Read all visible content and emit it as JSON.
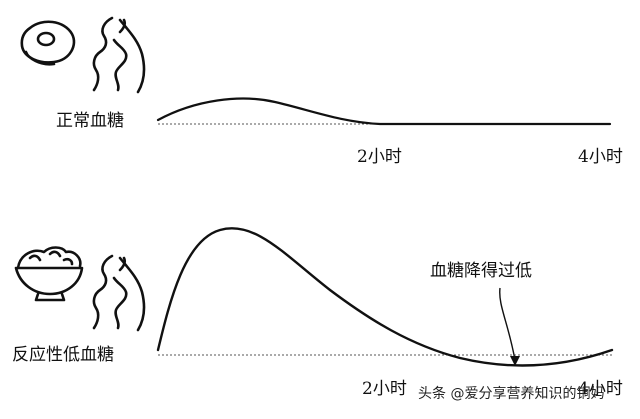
{
  "top_panel": {
    "label": "正常血糖",
    "tick_2h": "2小时",
    "tick_4h": "4小时",
    "icons": [
      "steak-icon",
      "digestive-system-icon"
    ],
    "curve_profile": {
      "baseline_level": 0,
      "peak_time_h": 0.85,
      "peak_level": 0.18,
      "return_time_h": 2.1
    }
  },
  "bottom_panel": {
    "label": "反应性低血糖",
    "tick_2h": "2小时",
    "tick_4h": "4小时",
    "annotation": "血糖降得过低",
    "icons": [
      "rice-bowl-icon",
      "digestive-system-icon"
    ],
    "curve_profile": {
      "baseline_level": 0,
      "peak_time_h": 0.55,
      "peak_level": 1.0,
      "trough_time_h": 3.1,
      "trough_level": -0.03
    }
  },
  "watermark": {
    "text": "头条 @爱分享营养知识的铜妈"
  },
  "colors": {
    "line": "#111111",
    "baseline": "#555555",
    "background": "#ffffff"
  }
}
